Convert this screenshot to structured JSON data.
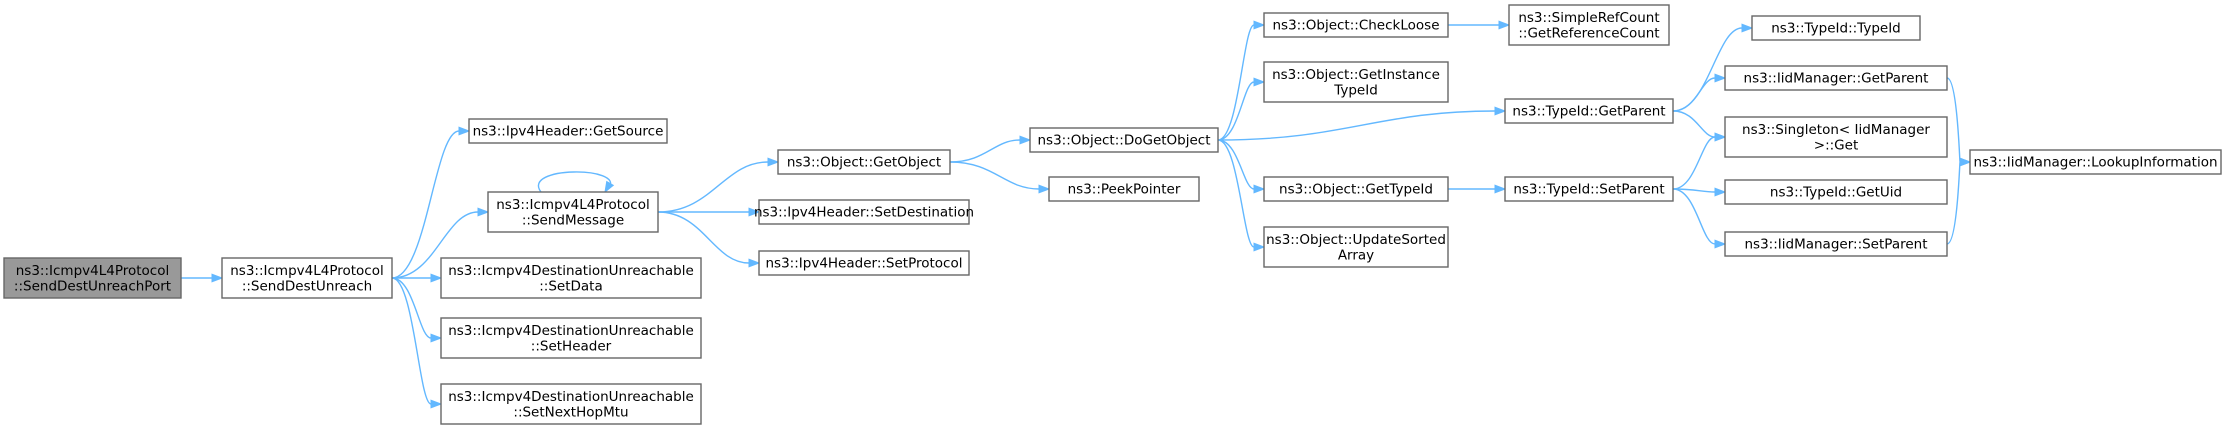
{
  "graph": {
    "nodes": [
      {
        "id": "root",
        "lines": [
          "ns3::Icmpv4L4Protocol",
          "::SendDestUnreachPort"
        ],
        "highlighted": true
      },
      {
        "id": "senddestunreach",
        "lines": [
          "ns3::Icmpv4L4Protocol",
          "::SendDestUnreach"
        ]
      },
      {
        "id": "getsource",
        "lines": [
          "ns3::Ipv4Header::GetSource"
        ]
      },
      {
        "id": "sendmessage",
        "lines": [
          "ns3::Icmpv4L4Protocol",
          "::SendMessage"
        ]
      },
      {
        "id": "setdata",
        "lines": [
          "ns3::Icmpv4DestinationUnreachable",
          "::SetData"
        ]
      },
      {
        "id": "setheader",
        "lines": [
          "ns3::Icmpv4DestinationUnreachable",
          "::SetHeader"
        ]
      },
      {
        "id": "setnexthopmtu",
        "lines": [
          "ns3::Icmpv4DestinationUnreachable",
          "::SetNextHopMtu"
        ]
      },
      {
        "id": "getobject",
        "lines": [
          "ns3::Object::GetObject"
        ]
      },
      {
        "id": "setdestination",
        "lines": [
          "ns3::Ipv4Header::SetDestination"
        ]
      },
      {
        "id": "setprotocol",
        "lines": [
          "ns3::Ipv4Header::SetProtocol"
        ]
      },
      {
        "id": "dogetobject",
        "lines": [
          "ns3::Object::DoGetObject"
        ]
      },
      {
        "id": "peekpointer",
        "lines": [
          "ns3::PeekPointer"
        ]
      },
      {
        "id": "checkloose",
        "lines": [
          "ns3::Object::CheckLoose"
        ]
      },
      {
        "id": "getinstancetypeid",
        "lines": [
          "ns3::Object::GetInstance",
          "TypeId"
        ]
      },
      {
        "id": "gettypeid",
        "lines": [
          "ns3::Object::GetTypeId"
        ]
      },
      {
        "id": "updatesortedarray",
        "lines": [
          "ns3::Object::UpdateSorted",
          "Array"
        ]
      },
      {
        "id": "getreferencecount",
        "lines": [
          "ns3::SimpleRefCount",
          "::GetReferenceCount"
        ]
      },
      {
        "id": "typeid_getparent",
        "lines": [
          "ns3::TypeId::GetParent"
        ]
      },
      {
        "id": "typeid_setparent",
        "lines": [
          "ns3::TypeId::SetParent"
        ]
      },
      {
        "id": "typeid_typeid",
        "lines": [
          "ns3::TypeId::TypeId"
        ]
      },
      {
        "id": "iid_getparent",
        "lines": [
          "ns3::IidManager::GetParent"
        ]
      },
      {
        "id": "singleton_get",
        "lines": [
          "ns3::Singleton< IidManager",
          " >::Get"
        ]
      },
      {
        "id": "typeid_getuid",
        "lines": [
          "ns3::TypeId::GetUid"
        ]
      },
      {
        "id": "iid_setparent",
        "lines": [
          "ns3::IidManager::SetParent"
        ]
      },
      {
        "id": "lookupinformation",
        "lines": [
          "ns3::IidManager::LookupInformation"
        ]
      }
    ],
    "edges": [
      {
        "from": "root",
        "to": "senddestunreach"
      },
      {
        "from": "senddestunreach",
        "to": "getsource"
      },
      {
        "from": "senddestunreach",
        "to": "sendmessage"
      },
      {
        "from": "senddestunreach",
        "to": "setdata"
      },
      {
        "from": "senddestunreach",
        "to": "setheader"
      },
      {
        "from": "senddestunreach",
        "to": "setnexthopmtu"
      },
      {
        "from": "sendmessage",
        "to": "sendmessage"
      },
      {
        "from": "sendmessage",
        "to": "getobject"
      },
      {
        "from": "sendmessage",
        "to": "setdestination"
      },
      {
        "from": "sendmessage",
        "to": "setprotocol"
      },
      {
        "from": "getobject",
        "to": "dogetobject"
      },
      {
        "from": "getobject",
        "to": "peekpointer"
      },
      {
        "from": "dogetobject",
        "to": "checkloose"
      },
      {
        "from": "dogetobject",
        "to": "getinstancetypeid"
      },
      {
        "from": "dogetobject",
        "to": "typeid_getparent"
      },
      {
        "from": "dogetobject",
        "to": "gettypeid"
      },
      {
        "from": "dogetobject",
        "to": "updatesortedarray"
      },
      {
        "from": "checkloose",
        "to": "getreferencecount"
      },
      {
        "from": "gettypeid",
        "to": "typeid_setparent"
      },
      {
        "from": "typeid_getparent",
        "to": "typeid_typeid"
      },
      {
        "from": "typeid_getparent",
        "to": "iid_getparent"
      },
      {
        "from": "typeid_getparent",
        "to": "singleton_get"
      },
      {
        "from": "typeid_setparent",
        "to": "singleton_get"
      },
      {
        "from": "typeid_setparent",
        "to": "typeid_getuid"
      },
      {
        "from": "typeid_setparent",
        "to": "iid_setparent"
      },
      {
        "from": "iid_getparent",
        "to": "lookupinformation"
      },
      {
        "from": "iid_setparent",
        "to": "lookupinformation"
      }
    ],
    "colors": {
      "edge": "#63b8ff",
      "node_border": "#666666",
      "node_fill": "#ffffff",
      "highlight_fill": "#999999"
    }
  }
}
